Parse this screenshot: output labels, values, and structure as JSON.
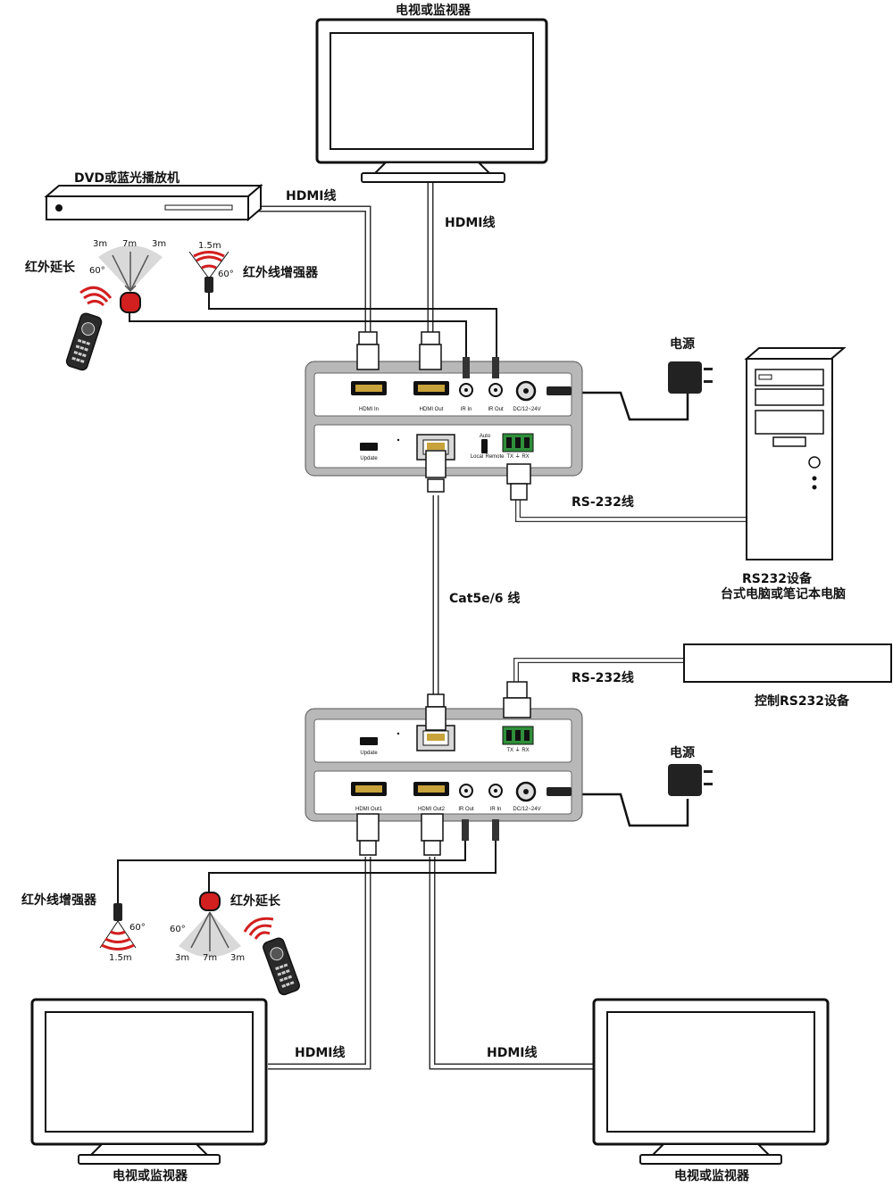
{
  "labels": {
    "tv_top": "电视或监视器",
    "dvd": "DVD或蓝光播放机",
    "hdmi_cable": "HDMI线",
    "ir_extend": "红外延长",
    "ir_booster": "红外线增强器",
    "power": "电源",
    "rs232_cable": "RS-232线",
    "rs232_device": "RS232设备",
    "rs232_device_sub": "台式电脑或笔记本电脑",
    "cat_cable": "Cat5e/6 线",
    "control_rs232": "控制RS232设备",
    "tv_bottom": "电视或监视器"
  },
  "ir_dims": {
    "left": "3m",
    "mid": "7m",
    "right": "3m",
    "angle": "60°",
    "booster_dist": "1.5m"
  },
  "tx_ports": {
    "hdmi_in": "HDMI In",
    "hdmi_out": "HDMI Out",
    "ir_in": "IR In",
    "ir_out": "IR Out",
    "dc": "DC/12~24V",
    "update": "Update",
    "auto": "Auto",
    "local": "Local",
    "remote": "Remote",
    "txrx": "TX ⏚ RX"
  },
  "rx_ports": {
    "hdmi_out1": "HDMI Out1",
    "hdmi_out2": "HDMI Out2",
    "ir_out": "IR Out",
    "ir_in": "IR In",
    "dc": "DC/12~24V",
    "update": "Update",
    "txrx": "TX ⏚ RX"
  },
  "colors": {
    "ir_red": "#d21f1f",
    "device_gray": "#b8b8b8",
    "cable_white": "#ffffff",
    "rs232_green": "#2f8f3a"
  }
}
